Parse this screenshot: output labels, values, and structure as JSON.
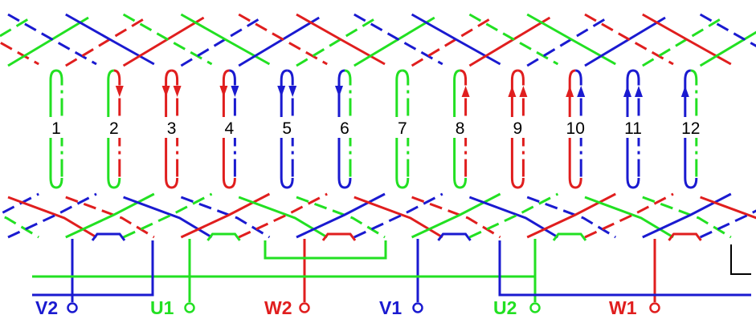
{
  "colors": {
    "phase_u": "#22e022",
    "phase_v": "#1a1ad0",
    "phase_w": "#e01e1e",
    "ink": "#000000",
    "background": "#ffffff"
  },
  "slots": [
    {
      "number": "1",
      "left": "phase_u",
      "right": "phase_u",
      "arrow_left": "",
      "arrow_right": ""
    },
    {
      "number": "2",
      "left": "phase_u",
      "right": "phase_w",
      "arrow_left": "",
      "arrow_right": "down"
    },
    {
      "number": "3",
      "left": "phase_w",
      "right": "phase_w",
      "arrow_left": "down",
      "arrow_right": "down"
    },
    {
      "number": "4",
      "left": "phase_w",
      "right": "phase_v",
      "arrow_left": "down",
      "arrow_right": "down"
    },
    {
      "number": "5",
      "left": "phase_v",
      "right": "phase_v",
      "arrow_left": "down",
      "arrow_right": "down"
    },
    {
      "number": "6",
      "left": "phase_v",
      "right": "phase_u",
      "arrow_left": "down",
      "arrow_right": ""
    },
    {
      "number": "7",
      "left": "phase_u",
      "right": "phase_u",
      "arrow_left": "",
      "arrow_right": ""
    },
    {
      "number": "8",
      "left": "phase_u",
      "right": "phase_w",
      "arrow_left": "",
      "arrow_right": "up"
    },
    {
      "number": "9",
      "left": "phase_w",
      "right": "phase_w",
      "arrow_left": "up",
      "arrow_right": "up"
    },
    {
      "number": "10",
      "left": "phase_w",
      "right": "phase_v",
      "arrow_left": "up",
      "arrow_right": "up"
    },
    {
      "number": "11",
      "left": "phase_v",
      "right": "phase_v",
      "arrow_left": "up",
      "arrow_right": "up"
    },
    {
      "number": "12",
      "left": "phase_v",
      "right": "phase_u",
      "arrow_left": "up",
      "arrow_right": ""
    }
  ],
  "terminals": [
    {
      "label": "V2",
      "phase": "phase_v"
    },
    {
      "label": "U1",
      "phase": "phase_u"
    },
    {
      "label": "W2",
      "phase": "phase_w"
    },
    {
      "label": "V1",
      "phase": "phase_v"
    },
    {
      "label": "U2",
      "phase": "phase_u"
    },
    {
      "label": "W1",
      "phase": "phase_w"
    }
  ]
}
